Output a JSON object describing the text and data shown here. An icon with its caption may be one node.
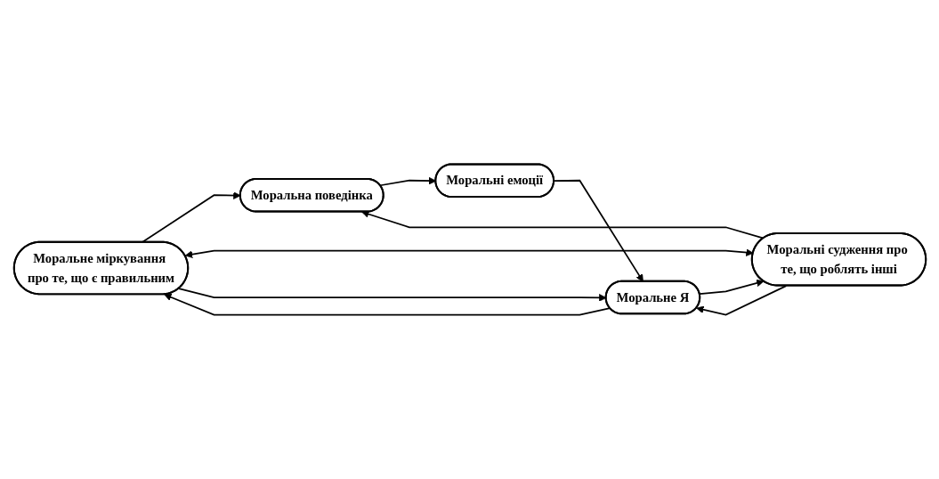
{
  "diagram": {
    "nodes": [
      {
        "text": [
          "Моральне міркування про те, що є правильним"
        ]
      },
      {
        "text": [
          "Моральна поведінка"
        ]
      },
      {
        "text": [
          "Моральні емоції"
        ]
      },
      {
        "text": [
          "Моральне Я"
        ]
      },
      {
        "text": [
          "Моральні судження про те, що роблять інші"
        ]
      }
    ],
    "edges": [
      {
        "from": 0,
        "to": 1,
        "arrow": "to"
      },
      {
        "from": 4,
        "to": 1,
        "arrow": "to"
      },
      {
        "from": 0,
        "to": 4,
        "arrow": "both"
      },
      {
        "from": 1,
        "to": 2,
        "arrow": "to"
      },
      {
        "from": 2,
        "to": 3,
        "arrow": "to"
      },
      {
        "from": 0,
        "to": 3,
        "arrow": "to"
      },
      {
        "from": 4,
        "to": 3,
        "arrow": "to"
      },
      {
        "from": 3,
        "to": 0,
        "arrow": "to"
      },
      {
        "from": 3,
        "to": 4,
        "arrow": "to"
      }
    ]
  }
}
